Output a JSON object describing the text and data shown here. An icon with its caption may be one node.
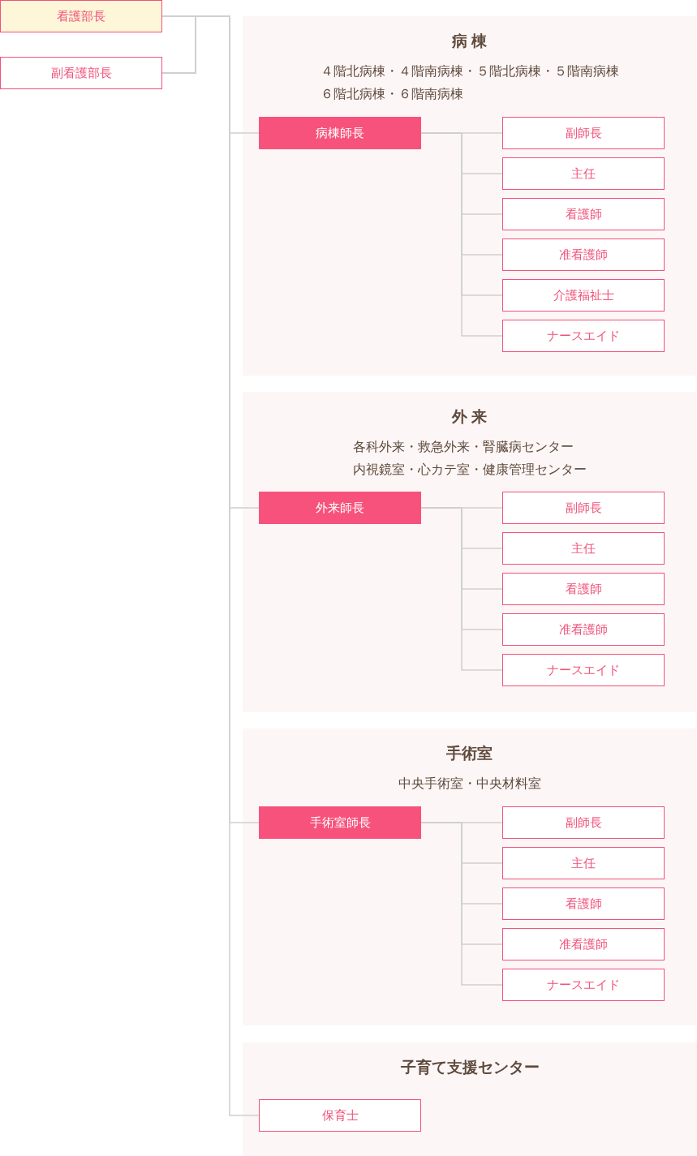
{
  "diagram": {
    "nodes": [
      {
        "text": [
          "看護部長"
        ]
      },
      {
        "text": [
          "副看護部長"
        ]
      },
      {
        "text": [
          "病 棟",
          "４階北病棟・４階南病棟・５階北病棟・５階南病棟",
          "６階北病棟・６階南病棟"
        ]
      },
      {
        "text": [
          "病棟師長"
        ],
        "in": 2
      },
      {
        "text": [
          "副師長"
        ],
        "in": 2
      },
      {
        "text": [
          "主任"
        ],
        "in": 2
      },
      {
        "text": [
          "看護師"
        ],
        "in": 2
      },
      {
        "text": [
          "准看護師"
        ],
        "in": 2
      },
      {
        "text": [
          "介護福祉士"
        ],
        "in": 2
      },
      {
        "text": [
          "ナースエイド"
        ],
        "in": 2
      },
      {
        "text": [
          "外 来",
          "各科外来・救急外来・腎臓病センター",
          "内視鏡室・心カテ室・健康管理センター"
        ]
      },
      {
        "text": [
          "外来師長"
        ],
        "in": 10
      },
      {
        "text": [
          "副師長"
        ],
        "in": 10
      },
      {
        "text": [
          "主任"
        ],
        "in": 10
      },
      {
        "text": [
          "看護師"
        ],
        "in": 10
      },
      {
        "text": [
          "准看護師"
        ],
        "in": 10
      },
      {
        "text": [
          "ナースエイド"
        ],
        "in": 10
      },
      {
        "text": [
          "手術室",
          "中央手術室・中央材料室"
        ]
      },
      {
        "text": [
          "手術室師長"
        ],
        "in": 17
      },
      {
        "text": [
          "副師長"
        ],
        "in": 17
      },
      {
        "text": [
          "主任"
        ],
        "in": 17
      },
      {
        "text": [
          "看護師"
        ],
        "in": 17
      },
      {
        "text": [
          "准看護師"
        ],
        "in": 17
      },
      {
        "text": [
          "ナースエイド"
        ],
        "in": 17
      },
      {
        "text": [
          "子育て支援センター"
        ]
      },
      {
        "text": [
          "保育士"
        ],
        "in": 24
      }
    ],
    "edges": [
      {
        "from": 0,
        "to": 3,
        "arrow": "none"
      },
      {
        "from": 0,
        "to": 11,
        "arrow": "none"
      },
      {
        "from": 0,
        "to": 18,
        "arrow": "none"
      },
      {
        "from": 0,
        "to": 25,
        "arrow": "none"
      },
      {
        "from": 1,
        "to": 3,
        "arrow": "none"
      },
      {
        "from": 1,
        "to": 11,
        "arrow": "none"
      },
      {
        "from": 1,
        "to": 18,
        "arrow": "none"
      },
      {
        "from": 1,
        "to": 25,
        "arrow": "none"
      },
      {
        "from": 3,
        "to": 4,
        "arrow": "none"
      },
      {
        "from": 3,
        "to": 5,
        "arrow": "none"
      },
      {
        "from": 3,
        "to": 6,
        "arrow": "none"
      },
      {
        "from": 3,
        "to": 7,
        "arrow": "none"
      },
      {
        "from": 3,
        "to": 8,
        "arrow": "none"
      },
      {
        "from": 3,
        "to": 9,
        "arrow": "none"
      },
      {
        "from": 11,
        "to": 12,
        "arrow": "none"
      },
      {
        "from": 11,
        "to": 13,
        "arrow": "none"
      },
      {
        "from": 11,
        "to": 14,
        "arrow": "none"
      },
      {
        "from": 11,
        "to": 15,
        "arrow": "none"
      },
      {
        "from": 11,
        "to": 16,
        "arrow": "none"
      },
      {
        "from": 18,
        "to": 19,
        "arrow": "none"
      },
      {
        "from": 18,
        "to": 20,
        "arrow": "none"
      },
      {
        "from": 18,
        "to": 21,
        "arrow": "none"
      },
      {
        "from": 18,
        "to": 22,
        "arrow": "none"
      },
      {
        "from": 18,
        "to": 23,
        "arrow": "none"
      }
    ]
  }
}
